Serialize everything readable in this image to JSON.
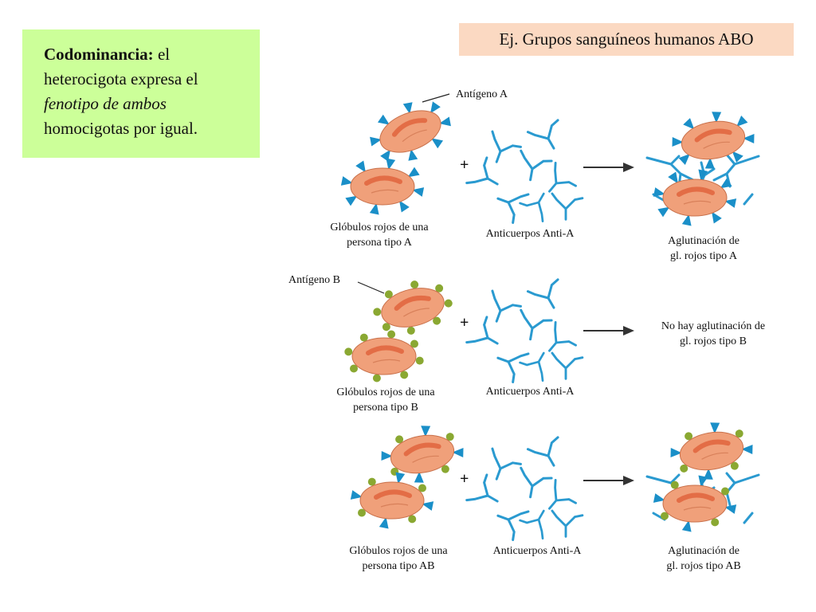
{
  "definition": {
    "term": "Codominancia:",
    "line1_rest": " el",
    "line2": "heterocigota expresa el",
    "line3_italic": "fenotipo de ambos",
    "line4": "homocigotas por igual."
  },
  "title": "Ej. Grupos sanguíneos humanos ABO",
  "plus_symbol": "+",
  "antigen_labels": {
    "a": "Antígeno  A",
    "b": "Antígeno  B"
  },
  "rows": [
    {
      "cells_line1": "Glóbulos rojos de una",
      "cells_line2": "persona  tipo A",
      "antibody": "Anticuerpos Anti-A",
      "result_line1": "Aglutinación de",
      "result_line2": "gl. rojos tipo A"
    },
    {
      "cells_line1": "Glóbulos rojos de una",
      "cells_line2": "persona  tipo B",
      "antibody": "Anticuerpos Anti-A",
      "result_line1": "No  hay aglutinación de",
      "result_line2": "gl.  rojos tipo B"
    },
    {
      "cells_line1": "Glóbulos rojos de una",
      "cells_line2": "persona  tipo AB",
      "antibody": "Anticuerpos Anti-A",
      "result_line1": "Aglutinación de",
      "result_line2": "gl. rojos tipo AB"
    }
  ],
  "colors": {
    "definition_bg": "#ccff99",
    "title_bg": "#fbd9c2",
    "cell_fill": "#f0a07a",
    "cell_core": "#e0603a",
    "antigen_a": "#1a8fc8",
    "antigen_b": "#8aa832",
    "antibody": "#2a9ad0"
  }
}
